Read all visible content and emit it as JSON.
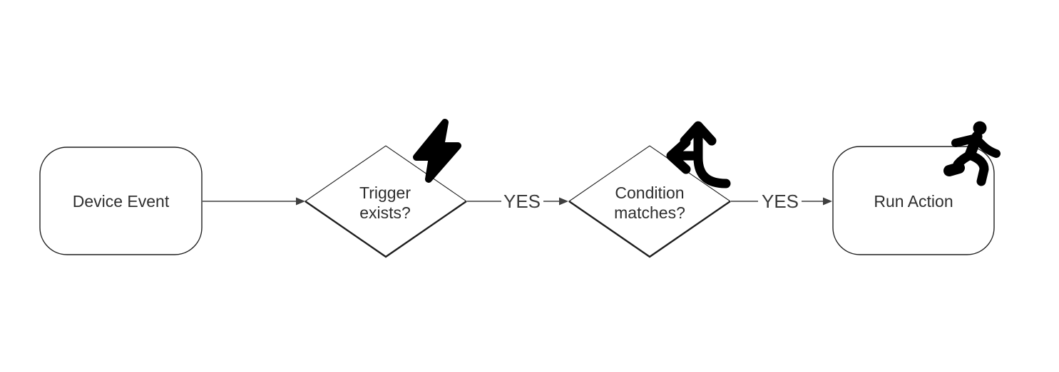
{
  "diagram": {
    "type": "flowchart",
    "direction": "left-to-right",
    "nodes": [
      {
        "id": "device-event",
        "shape": "rounded-rect",
        "label": "Device Event",
        "icon": null
      },
      {
        "id": "trigger-exists",
        "shape": "diamond",
        "label_line1": "Trigger",
        "label_line2": "exists?",
        "icon": "lightning-bolt-icon"
      },
      {
        "id": "condition-matches",
        "shape": "diamond",
        "label_line1": "Condition",
        "label_line2": "matches?",
        "icon": "split-arrows-icon"
      },
      {
        "id": "run-action",
        "shape": "rounded-rect",
        "label": "Run Action",
        "icon": "running-person-icon"
      }
    ],
    "edges": [
      {
        "from": "device-event",
        "to": "trigger-exists",
        "label": ""
      },
      {
        "from": "trigger-exists",
        "to": "condition-matches",
        "label": "YES"
      },
      {
        "from": "condition-matches",
        "to": "run-action",
        "label": "YES"
      }
    ],
    "colors": {
      "background": "#ffffff",
      "node_stroke": "#1f1f1f",
      "edge_stroke": "#3f3f3f",
      "text": "#2e2e2e",
      "icon": "#000000"
    }
  }
}
